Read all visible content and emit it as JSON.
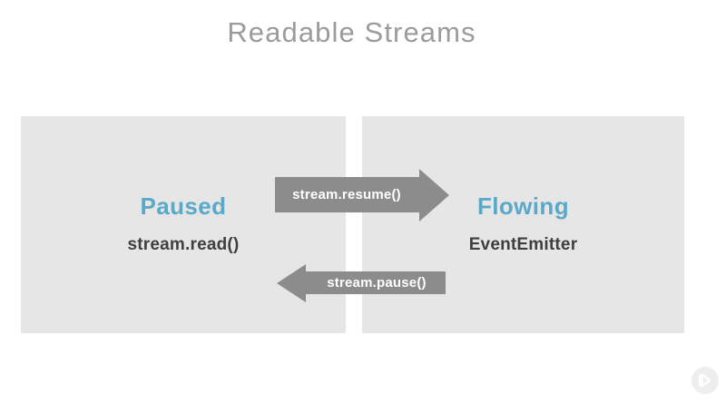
{
  "slide": {
    "title": "Readable Streams",
    "background_color": "#ffffff",
    "title_color": "#9b9b9b"
  },
  "diagram": {
    "type": "state-transition",
    "panel_color": "#e6e6e6",
    "accent_color": "#5ba9c9",
    "arrow_color": "#8c8c8c",
    "states": [
      {
        "name": "Paused",
        "method": "stream.read()"
      },
      {
        "name": "Flowing",
        "method": "EventEmitter"
      }
    ],
    "transitions": [
      {
        "label": "stream.resume()",
        "direction": "right",
        "from": "Paused",
        "to": "Flowing"
      },
      {
        "label": "stream.pause()",
        "direction": "left",
        "from": "Flowing",
        "to": "Paused"
      }
    ]
  },
  "player": {
    "skip_icon": "skip-next-icon"
  }
}
